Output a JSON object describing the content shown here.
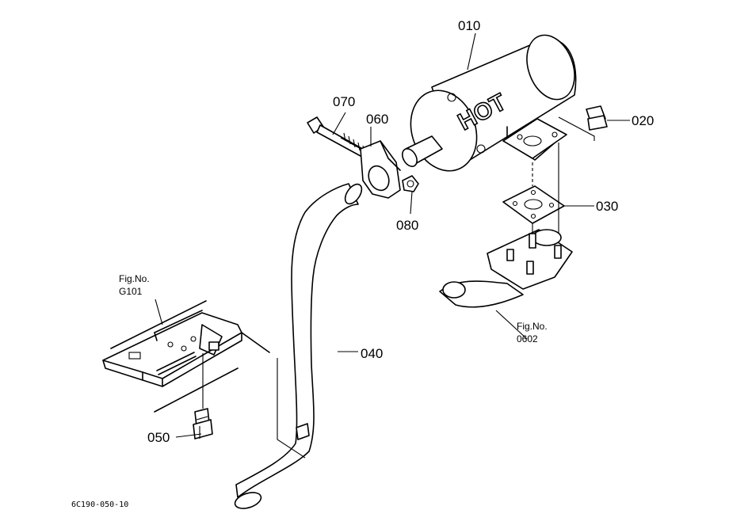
{
  "parts": {
    "muffler": "010",
    "nut": "020",
    "gasket": "030",
    "exhaust_pipe": "040",
    "fitting": "050",
    "clamp": "060",
    "bolt": "070",
    "clamp_nut": "080"
  },
  "muffler_marking": "HOT",
  "refs": {
    "frame": {
      "line1": "Fig.No.",
      "line2": "G101"
    },
    "manifold": {
      "line1": "Fig.No.",
      "line2": "0602"
    }
  },
  "drawing_code": "6C190-050-10"
}
